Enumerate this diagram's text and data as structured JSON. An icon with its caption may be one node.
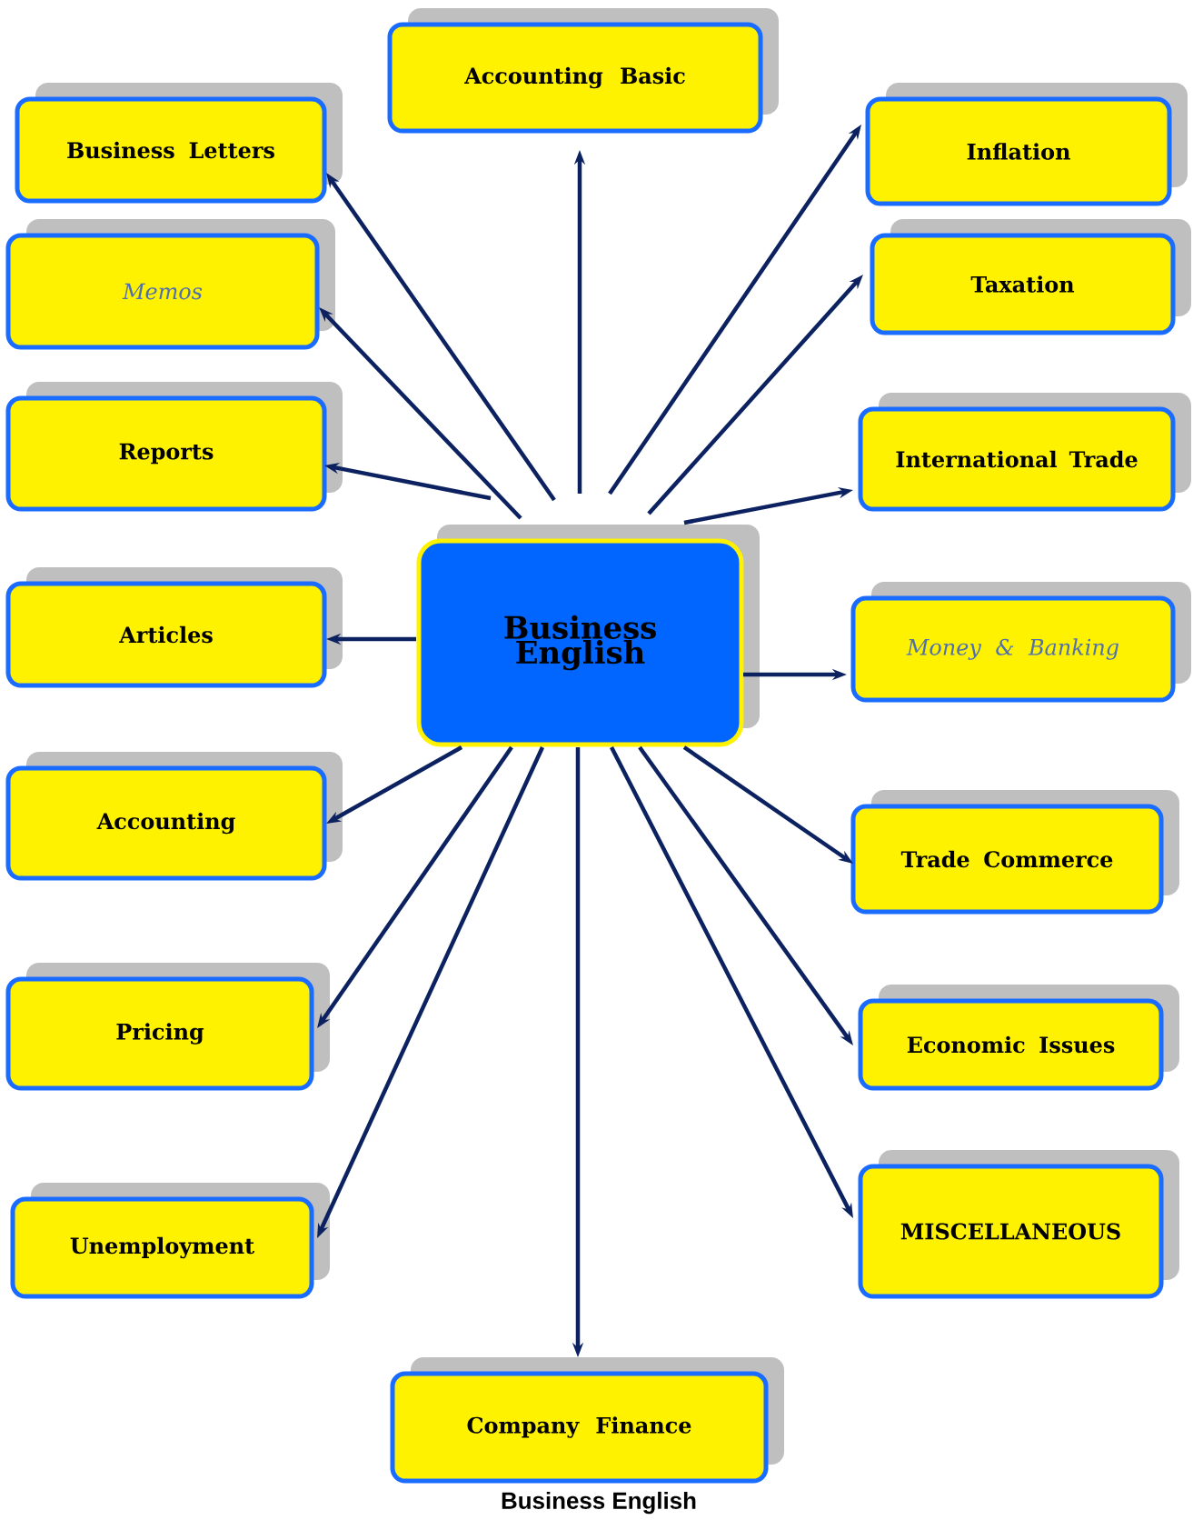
{
  "diagram": {
    "caption": "Business English",
    "nodes": [
      {
        "text": [
          "Business English"
        ]
      },
      {
        "text": [
          "Accounting Basic"
        ]
      },
      {
        "text": [
          "Business Letters"
        ]
      },
      {
        "text": [
          "Memos"
        ]
      },
      {
        "text": [
          "Reports"
        ]
      },
      {
        "text": [
          "Articles"
        ]
      },
      {
        "text": [
          "Accounting"
        ]
      },
      {
        "text": [
          "Pricing"
        ]
      },
      {
        "text": [
          "Unemployment"
        ]
      },
      {
        "text": [
          "Company Finance"
        ]
      },
      {
        "text": [
          "Inflation"
        ]
      },
      {
        "text": [
          "Taxation"
        ]
      },
      {
        "text": [
          "International Trade"
        ]
      },
      {
        "text": [
          "Money & Banking"
        ]
      },
      {
        "text": [
          "Trade Commerce"
        ]
      },
      {
        "text": [
          "Economic Issues"
        ]
      },
      {
        "text": [
          "MISCELLANEOUS"
        ]
      }
    ],
    "edges": [
      {
        "from": 0,
        "to": 1,
        "arrow": "to"
      },
      {
        "from": 0,
        "to": 2,
        "arrow": "to"
      },
      {
        "from": 0,
        "to": 3,
        "arrow": "to"
      },
      {
        "from": 0,
        "to": 4,
        "arrow": "to"
      },
      {
        "from": 0,
        "to": 5,
        "arrow": "to"
      },
      {
        "from": 0,
        "to": 6,
        "arrow": "to"
      },
      {
        "from": 0,
        "to": 7,
        "arrow": "to"
      },
      {
        "from": 0,
        "to": 8,
        "arrow": "to"
      },
      {
        "from": 0,
        "to": 9,
        "arrow": "to"
      },
      {
        "from": 0,
        "to": 10,
        "arrow": "to"
      },
      {
        "from": 0,
        "to": 11,
        "arrow": "to"
      },
      {
        "from": 0,
        "to": 12,
        "arrow": "to"
      },
      {
        "from": 0,
        "to": 13,
        "arrow": "to"
      },
      {
        "from": 0,
        "to": 14,
        "arrow": "to"
      },
      {
        "from": 0,
        "to": 15,
        "arrow": "to"
      },
      {
        "from": 0,
        "to": 16,
        "arrow": "to"
      }
    ]
  }
}
